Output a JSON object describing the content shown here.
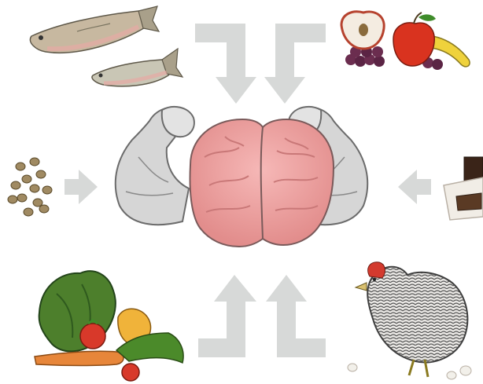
{
  "scene": {
    "subject": "flexing brain",
    "items": [
      {
        "name": "fish"
      },
      {
        "name": "fruit"
      },
      {
        "name": "seeds"
      },
      {
        "name": "chocolate"
      },
      {
        "name": "vegetables"
      },
      {
        "name": "chicken"
      }
    ]
  },
  "colors": {
    "arrow": "#d7d9d8",
    "brain": "#f1a7a6",
    "brain_shadow": "#d98585",
    "arm": "#cfcfcf"
  }
}
